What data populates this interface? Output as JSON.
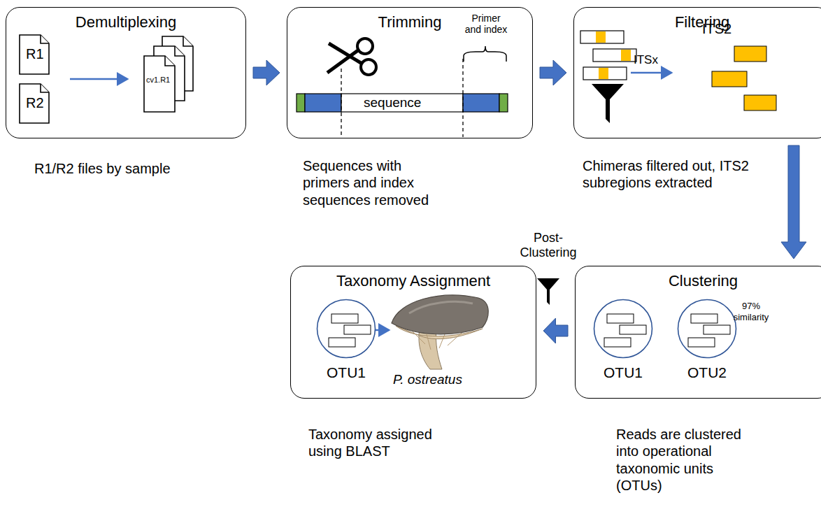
{
  "diagram": {
    "nodes": [
      {
        "text": [
          "Demultiplexing",
          "R1/R2 files by sample"
        ]
      },
      {
        "text": [
          "Trimming",
          "Sequences with primers and index sequences removed"
        ]
      },
      {
        "text": [
          "Filtering",
          "Chimeras filtered out, ITS2 subregions extracted"
        ]
      },
      {
        "text": [
          "Taxonomy Assignment",
          "Taxonomy assigned using BLAST"
        ]
      },
      {
        "text": [
          "OTU1"
        ],
        "in": 3
      },
      {
        "text": [
          "Clustering",
          "Reads are clustered into operational taxonomic units (OTUs)"
        ]
      },
      {
        "text": [
          "OTU1"
        ],
        "in": 5
      },
      {
        "text": [
          "OTU2"
        ],
        "in": 5
      }
    ],
    "edges": [
      {
        "from": 0,
        "to": 1,
        "arrow": "to"
      },
      {
        "from": 1,
        "to": 2,
        "arrow": "to"
      },
      {
        "from": 2,
        "to": 5,
        "arrow": "to"
      },
      {
        "from": 5,
        "to": 3,
        "label": "Post-Clustering",
        "arrow": "to"
      }
    ],
    "labels": [
      "R1",
      "R2",
      "cv1.R1",
      "sequence",
      "Primer and index",
      "ITSx",
      "ITS2",
      "97% similarity",
      "P. ostreatus"
    ]
  }
}
